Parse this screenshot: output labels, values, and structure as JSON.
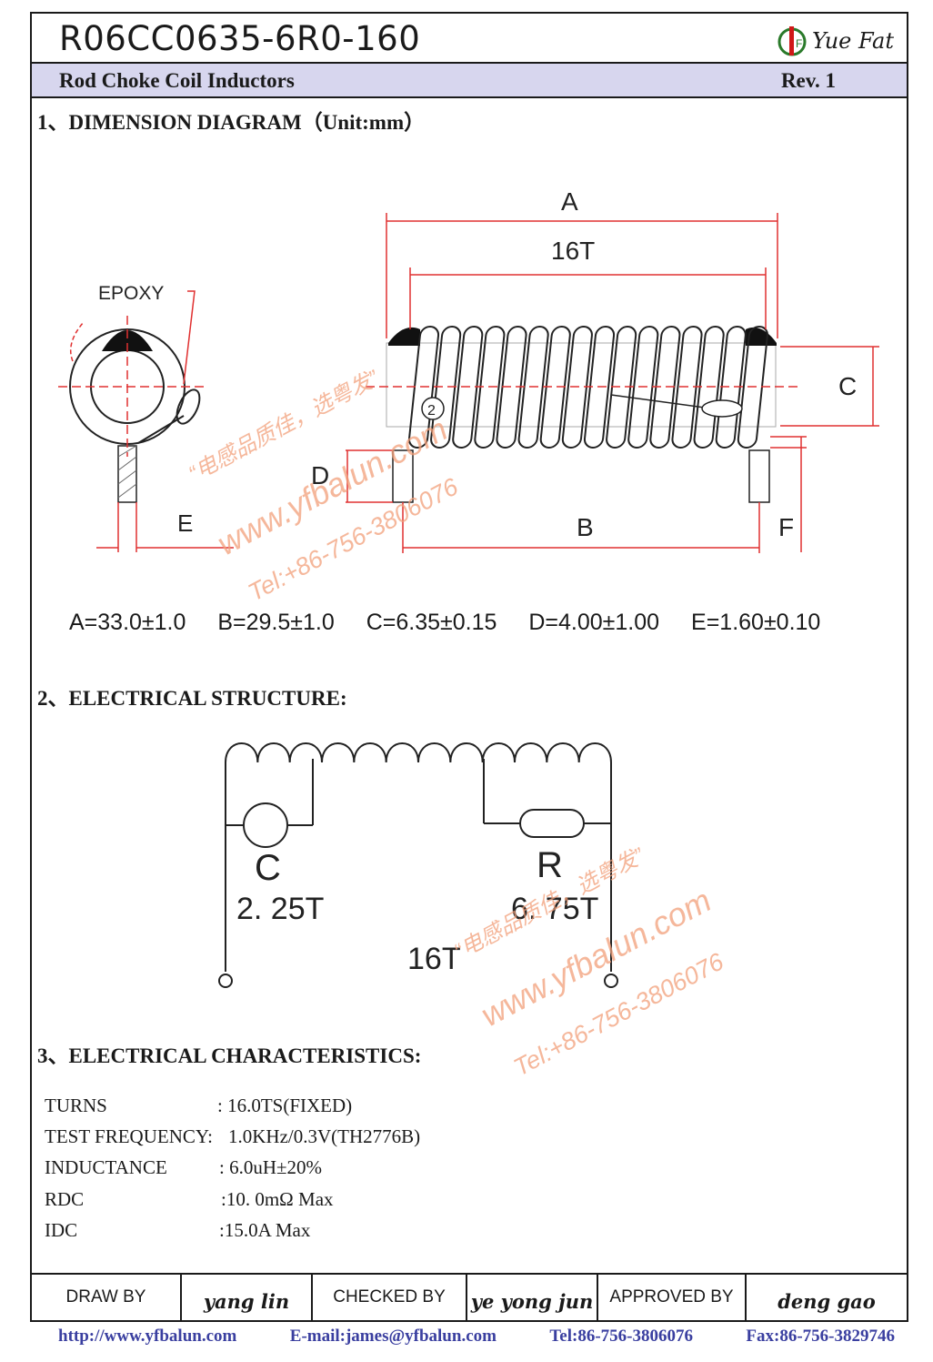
{
  "header": {
    "part_number": "R06CC0635-6R0-160",
    "brand": "Yue Fat",
    "subtitle": "Rod Choke Coil  Inductors",
    "revision": "Rev. 1"
  },
  "sections": {
    "dimension_title": "1、DIMENSION DIAGRAM（Unit:mm）",
    "structure_title": "2、ELECTRICAL STRUCTURE:",
    "characteristics_title": "3、ELECTRICAL CHARACTERISTICS:"
  },
  "diagram_labels": {
    "epoxy": "EPOXY",
    "a": "A",
    "turns": "16T",
    "b": "B",
    "c": "C",
    "d": "D",
    "e": "E",
    "f": "F",
    "pin2": "2"
  },
  "dimensions": [
    "A=33.0±1.0",
    "B=29.5±1.0",
    "C=6.35±0.15",
    "D=4.00±1.00",
    "E=1.60±0.10"
  ],
  "structure": {
    "c_label": "C",
    "c_turns": "2. 25T",
    "r_label": "R",
    "r_turns": "6. 75T",
    "total_turns": "16T"
  },
  "characteristics": [
    {
      "key": "TURNS",
      "value": ":  16.0TS(FIXED)"
    },
    {
      "key": "TEST FREQUENCY:",
      "value": "1.0KHz/0.3V(TH2776B)"
    },
    {
      "key": "INDUCTANCE",
      "value": ": 6.0uH±20%"
    },
    {
      "key": "RDC",
      "value": ":10. 0mΩ Max"
    },
    {
      "key": "IDC",
      "value": ":15.0A      Max"
    }
  ],
  "signoff": {
    "draw_label": "DRAW BY",
    "draw_name": "yang lin",
    "checked_label": "CHECKED BY",
    "checked_name": "ye yong jun",
    "approved_label": "APPROVED BY",
    "approved_name": "deng  gao"
  },
  "watermark": {
    "line1": "“电感品质佳，选粤发”",
    "line2": "www.yfbalun.com",
    "line3": "Tel:+86-756-3806076"
  },
  "contact": {
    "web": "http://www.yfbalun.com",
    "email": "E-mail:james@yfbalun.com",
    "tel": "Tel:86-756-3806076",
    "fax": "Fax:86-756-3829746"
  },
  "colors": {
    "band": "#d7d6ee",
    "watermark": "#f2a07a",
    "guide_red": "#e03030",
    "contact_blue": "#3a3fa0"
  }
}
